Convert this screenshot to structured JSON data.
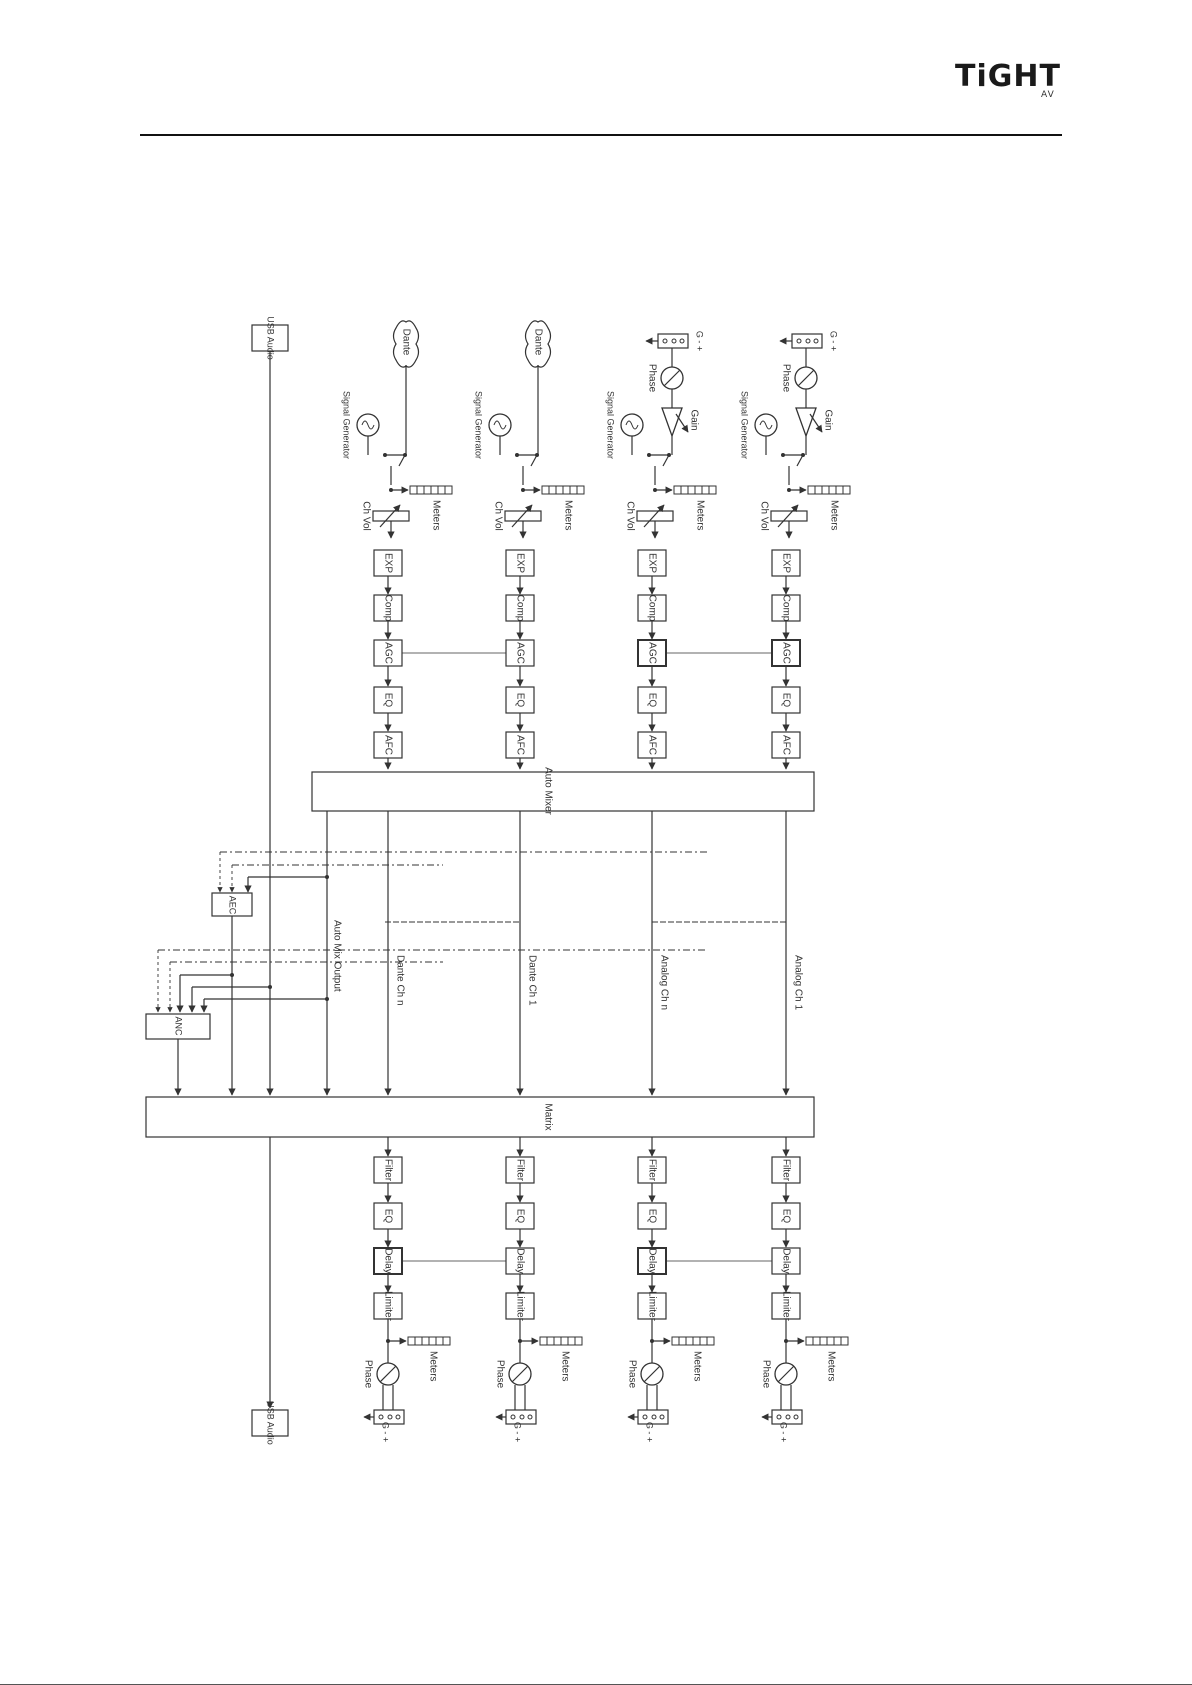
{
  "brand": {
    "logo_text": "TiGHT",
    "logo_sub": "AV"
  },
  "diagram": {
    "usb_audio": "USB Audio",
    "auto_mixer": "Auto Mixer",
    "matrix": "Matrix",
    "aec": "AEC",
    "anc": "ANC",
    "auto_mix_output": "Auto Mix Output",
    "dante": "Dante",
    "signal_generator": "Signal Generator",
    "phase": "Phase",
    "gain": "Gain",
    "meters": "Meters",
    "ch_vol": "Ch Vol",
    "terminal": "G - +",
    "input_blocks": [
      "EXP",
      "Comp",
      "AGC",
      "EQ",
      "AFC"
    ],
    "output_blocks": [
      "Filter",
      "EQ",
      "Delay",
      "Limiter"
    ],
    "channels": [
      {
        "type": "dante",
        "bus_label": "Dante Ch n"
      },
      {
        "type": "dante",
        "bus_label": "Dante Ch 1"
      },
      {
        "type": "analog",
        "bus_label": "Analog Ch n"
      },
      {
        "type": "analog",
        "bus_label": "Analog Ch 1"
      }
    ]
  }
}
